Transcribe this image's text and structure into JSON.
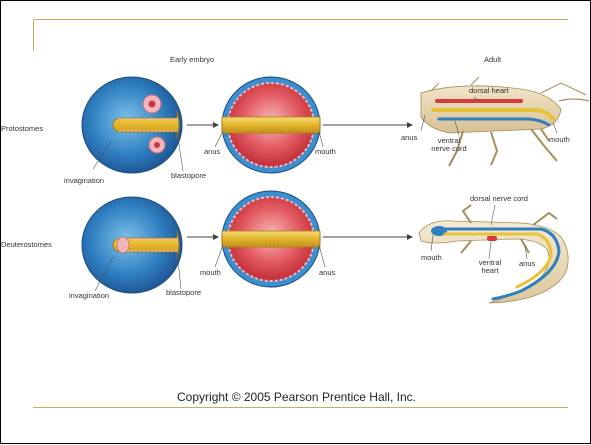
{
  "headings": {
    "early_embryo": "Early embryo",
    "adult": "Adult"
  },
  "rows": {
    "protostomes": "Protostomes",
    "deuterostomes": "Deuterostomes"
  },
  "protostome_labels": {
    "invagination": "invagination",
    "blastopore": "blastopore",
    "anus_embryo": "anus",
    "mouth_embryo": "mouth",
    "dorsal_heart": "dorsal heart",
    "anus_adult": "anus",
    "ventral_nerve_cord_1": "ventral",
    "ventral_nerve_cord_2": "nerve cord",
    "mouth_adult": "mouth"
  },
  "deuterostome_labels": {
    "invagination": "invagination",
    "blastopore": "blastopore",
    "mouth_embryo": "mouth",
    "anus_embryo": "anus",
    "dorsal_nerve_cord": "dorsal nerve cord",
    "mouth_adult": "mouth",
    "ventral_heart_1": "ventral",
    "ventral_heart_2": "heart",
    "anus_adult": "anus"
  },
  "footer": {
    "copyright": "Copyright © 2005 Pearson Prentice Hall, Inc."
  },
  "colors": {
    "frame_rule": "#c8b05a",
    "embryo_blue": "#2f7fc1",
    "gut_yellow": "#e8c23a",
    "embryo_red": "#d9383f",
    "embryo_pink": "#f2b6ba",
    "adult_tan": "#e8d8b4"
  }
}
